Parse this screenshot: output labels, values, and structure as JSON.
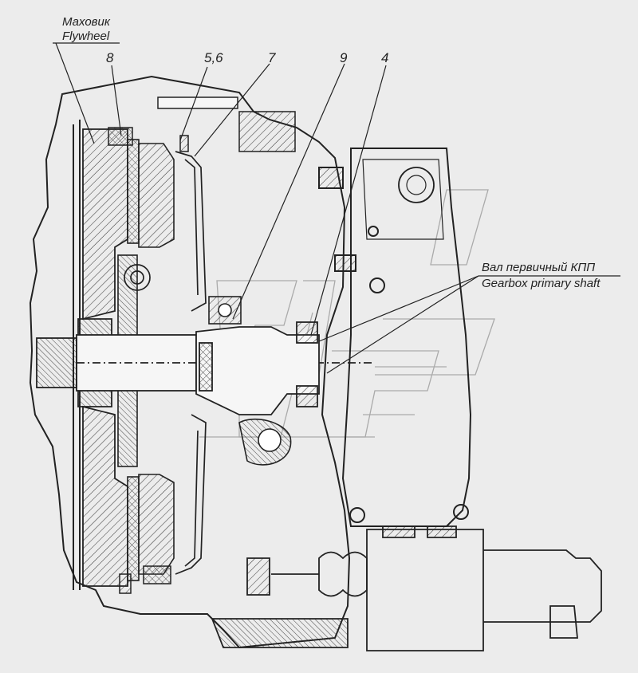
{
  "labels": {
    "flywheel_ru": "Маховик",
    "flywheel_en": "Flywheel",
    "part_8": "8",
    "part_5_6": "5,6",
    "part_7": "7",
    "part_9": "9",
    "part_4": "4",
    "shaft_ru": "Вал первичный КПП",
    "shaft_en": "Gearbox primary shaft"
  },
  "colors": {
    "background": "#ececec",
    "line": "#222222",
    "watermark": "#9a9a9a"
  }
}
